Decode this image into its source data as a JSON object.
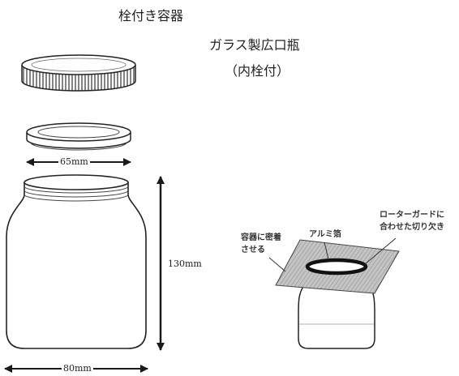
{
  "title": "栓付き容器",
  "subtitle": {
    "line1": "ガラス製広口瓶",
    "line2": "（内栓付）"
  },
  "dimensions": {
    "inner_plug_diameter": "65mm",
    "jar_height": "130mm",
    "jar_diameter": "80mm"
  },
  "annotations": {
    "seal_line1": "容器に密着",
    "seal_line2": "させる",
    "foil": "アルミ箔",
    "cutout_line1": "ローターガードに",
    "cutout_line2": "合わせた切り欠き"
  },
  "colors": {
    "line": "#2a2a2a",
    "foil_fill": "#b8b8b8",
    "background": "#ffffff"
  }
}
